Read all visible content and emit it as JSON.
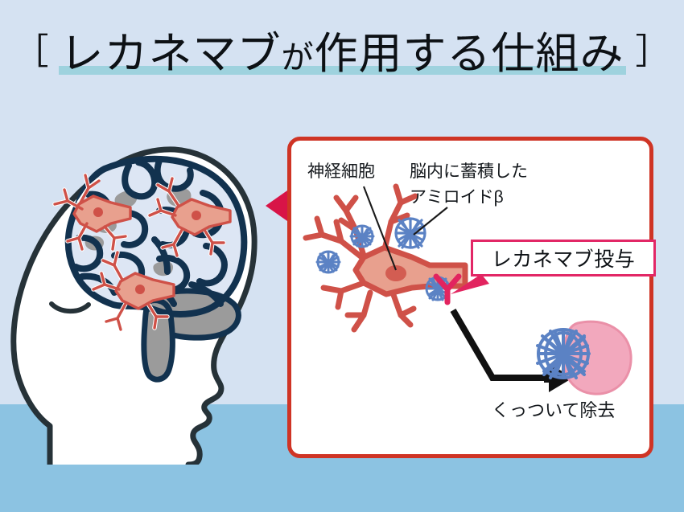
{
  "page": {
    "title": "レカネマブが作用する仕組み",
    "bracket_left": "［",
    "bracket_right": "］"
  },
  "title": {
    "full": "レカネマブが作用する仕組み",
    "part_a": "レカネマブ",
    "part_ga": "が",
    "part_b": "作用する仕組み",
    "underline_color": "#9ed2de",
    "text_color": "#0d1115"
  },
  "colors": {
    "background_sky": "#d5e2f2",
    "background_water": "#8cc3e2",
    "panel_border": "#cf3425",
    "panel_fill": "#ffffff",
    "pointer_triangle": "#d81447",
    "callout_border": "#e22766",
    "neuron_fill": "#e8a08e",
    "neuron_stroke": "#cf5148",
    "amyloid_blue": "#5b82c4",
    "drug_pink": "#f2a8bd",
    "brain_outline": "#12324f",
    "brain_fill": "#dde6f4",
    "brain_gray": "#9b9b9b",
    "head_outline": "#263238",
    "head_fill": "#ffffff",
    "arrow_black": "#111111",
    "leader_line": "#1a1a1a"
  },
  "illustration": {
    "head": {
      "name": "human-head-profile",
      "facing": "left",
      "neuron_count": 3
    },
    "brain": {
      "name": "brain-cross-section",
      "regions": [
        "cerebrum",
        "cerebellum",
        "brainstem"
      ]
    }
  },
  "panel": {
    "labels": {
      "neuron": "神経細胞",
      "amyloid_line1": "脳内に蓄積した",
      "amyloid_line2": "アミロイドβ",
      "remove": "くっついて除去"
    },
    "callout": {
      "text": "レカネマブ投与"
    },
    "amyloid_cluster_count": 4
  }
}
